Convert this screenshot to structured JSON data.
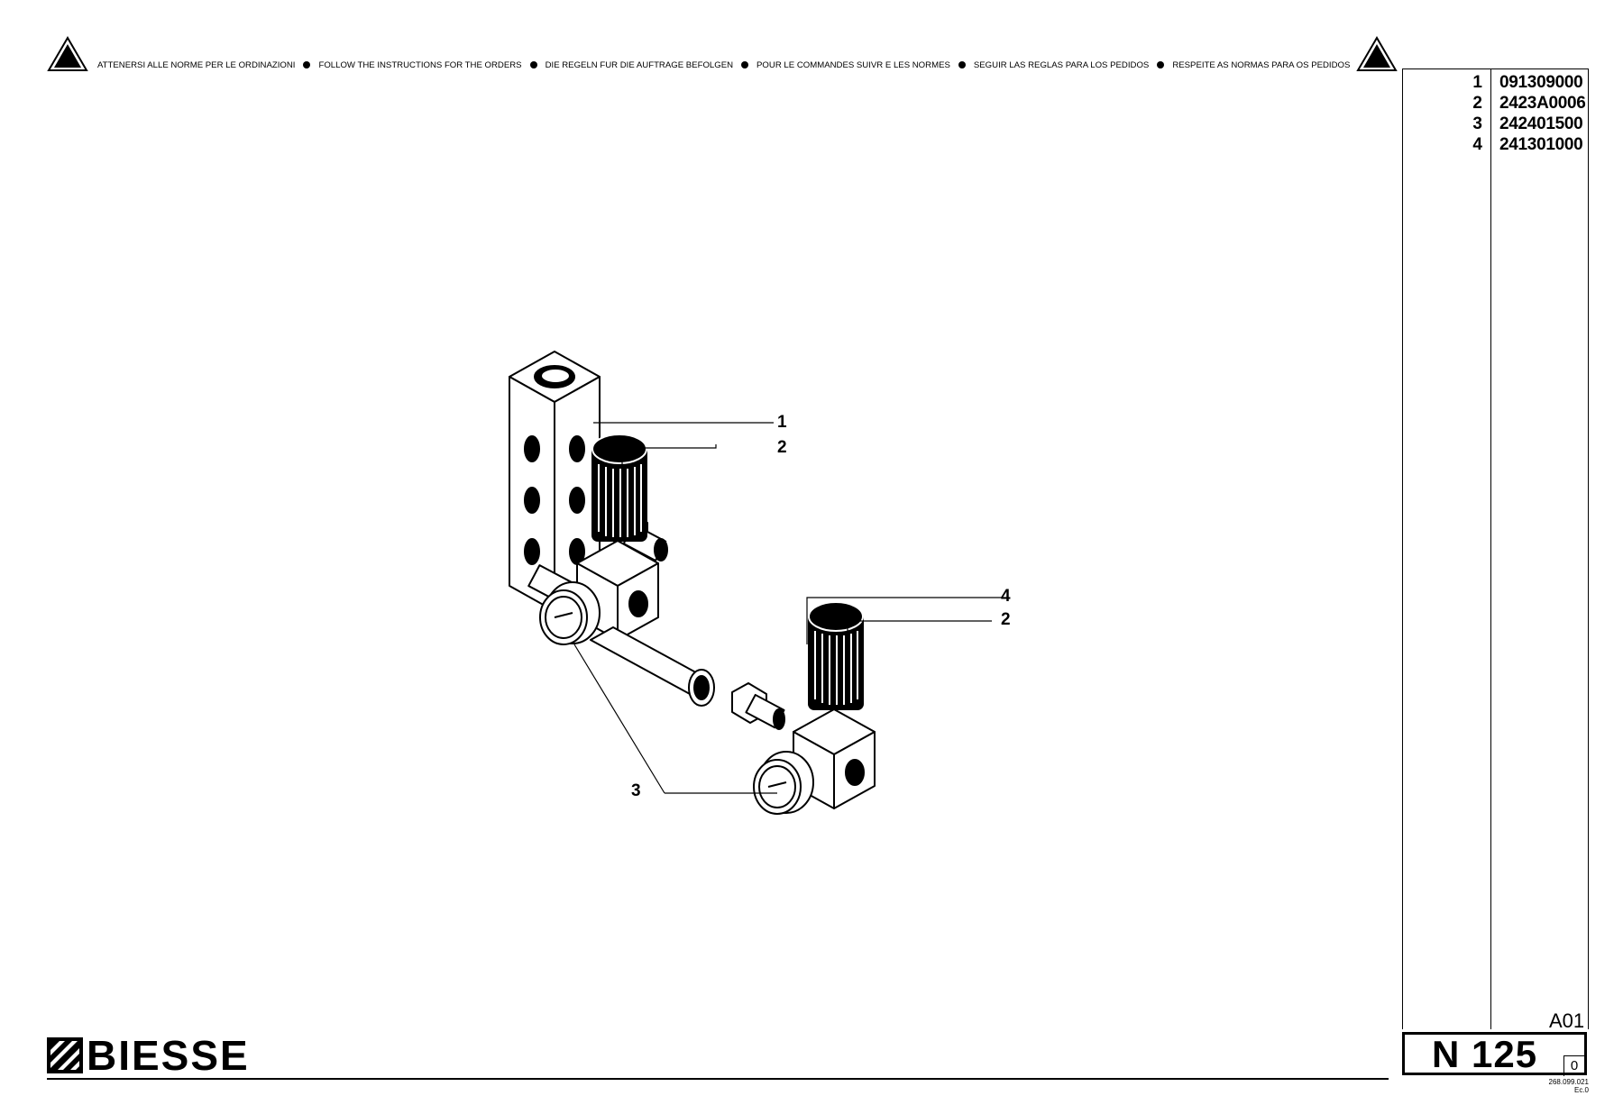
{
  "header": {
    "notice_items": [
      "ATTENERSI ALLE NORME PER LE ORDINAZIONI",
      "FOLLOW THE INSTRUCTIONS FOR THE ORDERS",
      "DIE REGELN FUR DIE AUFTRAGE BEFOLGEN",
      "POUR LE COMMANDES SUIVR E LES NORMES",
      "SEGUIR LAS REGLAS PARA LOS PEDIDOS",
      "RESPEITE AS NORMAS PARA OS PEDIDOS"
    ],
    "warning_icon": "warning-triangle-icon"
  },
  "parts": [
    {
      "num": "1",
      "code": "091309000"
    },
    {
      "num": "2",
      "code": "2423A0006"
    },
    {
      "num": "3",
      "code": "242401500"
    },
    {
      "num": "4",
      "code": "241301000"
    }
  ],
  "callouts": {
    "c1": "1",
    "c2a": "2",
    "c2b": "2",
    "c3": "3",
    "c4": "4"
  },
  "footer": {
    "brand_name": "BIESSE",
    "sheet_code": "A01",
    "page_number": "N 125",
    "revision": "0",
    "doc_number": "268.099.021 Ec.0"
  }
}
